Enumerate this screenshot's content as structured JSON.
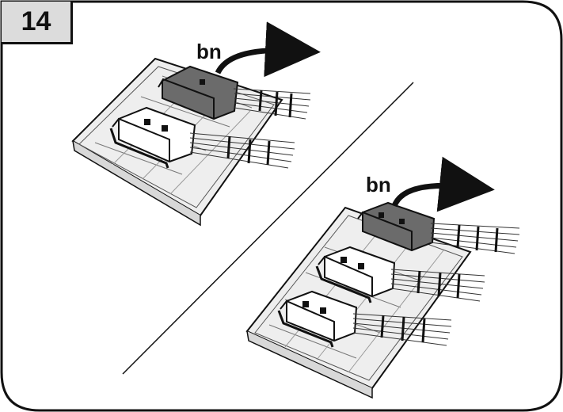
{
  "step": {
    "number": "14"
  },
  "callouts": {
    "top_label": "bn",
    "bottom_label": "bn"
  },
  "colors": {
    "outline": "#111111",
    "board_fill": "#eeeeee",
    "connector_dark": "#6b6b6b",
    "connector_white": "#ffffff",
    "badge_fill": "#dcdcdc"
  },
  "scenes": [
    {
      "name": "two-connector-board",
      "connectors": [
        "dark",
        "white"
      ]
    },
    {
      "name": "three-connector-board",
      "connectors": [
        "dark",
        "white",
        "white"
      ]
    }
  ]
}
